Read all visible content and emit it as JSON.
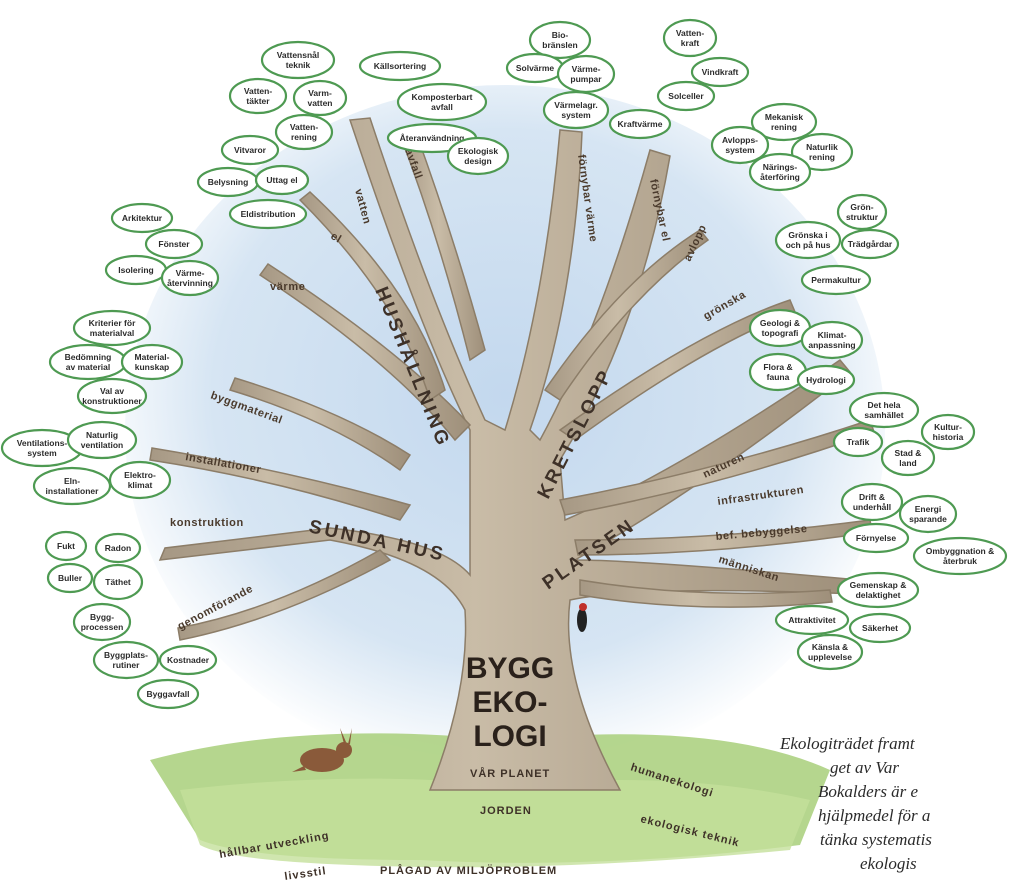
{
  "center": {
    "line1": "BYGG",
    "line2": "EKO-",
    "line3": "LOGI"
  },
  "main_branches": {
    "hushallning": "HUSHÅLLNING",
    "kretslopp": "KRETSLOPP",
    "sunda_hus": "SUNDA HUS",
    "platsen": "PLATSEN"
  },
  "branches": {
    "vatten": "vatten",
    "avfall": "avfall",
    "el": "el",
    "varme": "värme",
    "fornybar_varme": "förnybar värme",
    "fornybar_el": "förnybar el",
    "avlopp": "avlopp",
    "gronska": "grönska",
    "byggmaterial": "byggmaterial",
    "installationer": "installationer",
    "konstruktion": "konstruktion",
    "genomforande": "genomförande",
    "naturen": "naturen",
    "infrastrukturen": "infrastrukturen",
    "bef_bebyggelse": "bef. bebyggelse",
    "manniskan": "människan"
  },
  "bubbles": {
    "vattensnal_teknik": [
      "Vattensnål",
      "teknik"
    ],
    "vattentackter": [
      "Vatten-",
      "täkter"
    ],
    "varmvatten": [
      "Varm-",
      "vatten"
    ],
    "vattenrening": [
      "Vatten-",
      "rening"
    ],
    "kallsortering": [
      "Källsortering"
    ],
    "komposterbart_avfall": [
      "Komposterbart",
      "avfall"
    ],
    "atervinning": [
      "Återanvändning"
    ],
    "ekologisk_design": [
      "Ekologisk",
      "design"
    ],
    "biobranslen": [
      "Bio-",
      "bränslen"
    ],
    "solvarme": [
      "Solvärme"
    ],
    "varmepumpar": [
      "Värme-",
      "pumpar"
    ],
    "varmelager": [
      "Värmelagr.",
      "system"
    ],
    "vattenkraft": [
      "Vatten-",
      "kraft"
    ],
    "vindkraft": [
      "Vindkraft"
    ],
    "solceller": [
      "Solceller"
    ],
    "kraftvarme": [
      "Kraftvärme"
    ],
    "mekanisk_rening": [
      "Mekanisk",
      "rening"
    ],
    "avloppssystem": [
      "Avlopps-",
      "system"
    ],
    "naturlik_rening": [
      "Naturlik",
      "rening"
    ],
    "naringsaterforing": [
      "Närings-",
      "återföring"
    ],
    "vitvaror": [
      "Vitvaror"
    ],
    "belysning": [
      "Belysning"
    ],
    "uttag_el": [
      "Uttag el"
    ],
    "eldistribution": [
      "Eldistribution"
    ],
    "arkitektur": [
      "Arkitektur"
    ],
    "fonster": [
      "Fönster"
    ],
    "isolering": [
      "Isolering"
    ],
    "varmeatervinning": [
      "Värme-",
      "återvinning"
    ],
    "gronstruktur": [
      "Grön-",
      "struktur"
    ],
    "gronska_pa_hus": [
      "Grönska i",
      "och på hus"
    ],
    "tradgardar": [
      "Trädgårdar"
    ],
    "permakultur": [
      "Permakultur"
    ],
    "geologi_topografi": [
      "Geologi &",
      "topografi"
    ],
    "klimatanpassning": [
      "Klimat-",
      "anpassning"
    ],
    "flora_fauna": [
      "Flora &",
      "fauna"
    ],
    "hydrologi": [
      "Hydrologi"
    ],
    "kriterier_materialval": [
      "Kriterier för",
      "materialval"
    ],
    "bedomning_material": [
      "Bedömning",
      "av material"
    ],
    "materialkunskap": [
      "Material-",
      "kunskap"
    ],
    "val_konstruktioner": [
      "Val av",
      "konstruktioner"
    ],
    "det_hela_samhallet": [
      "Det hela",
      "samhället"
    ],
    "kulturhistoria": [
      "Kultur-",
      "historia"
    ],
    "trafik": [
      "Trafik"
    ],
    "stad_land": [
      "Stad &",
      "land"
    ],
    "ventilationssystem": [
      "Ventilations-",
      "system"
    ],
    "naturlig_ventilation": [
      "Naturlig",
      "ventilation"
    ],
    "elinstallationer": [
      "Eln-",
      "installationer"
    ],
    "elektroklimat": [
      "Elektro-",
      "klimat"
    ],
    "drift_underhall": [
      "Drift &",
      "underhåll"
    ],
    "energisparande": [
      "Energi",
      "sparande"
    ],
    "fornyelse": [
      "Förnyelse"
    ],
    "ombyggnation": [
      "Ombyggnation &",
      "återbruk"
    ],
    "fukt": [
      "Fukt"
    ],
    "radon": [
      "Radon"
    ],
    "buller": [
      "Buller"
    ],
    "tathet": [
      "Täthet"
    ],
    "gemenskap": [
      "Gemenskap &",
      "delaktighet"
    ],
    "attraktivitet": [
      "Attraktivitet"
    ],
    "sakerhet": [
      "Säkerhet"
    ],
    "kansla_upplevelse": [
      "Känsla &",
      "upplevelse"
    ],
    "byggprocessen": [
      "Bygg-",
      "processen"
    ],
    "byggplatsrutiner": [
      "Byggplats-",
      "rutiner"
    ],
    "kostnader": [
      "Kostnader"
    ],
    "byggavfall": [
      "Byggavfall"
    ]
  },
  "ground": {
    "var_planet": "VÅR PLANET",
    "jorden": "JORDEN",
    "humanekologi": "humanekologi",
    "ekologisk_teknik": "ekologisk teknik",
    "hallbar_utveckling": "hållbar utveckling",
    "livsstil": "livsstil",
    "plagad": "PLÅGAD AV MILJÖPROBLEM"
  },
  "caption": {
    "line1": "Ekologiträdet framt",
    "line2": "get av Var",
    "line3": "Bokalders är e",
    "line4": "hjälpmedel för a",
    "line5": "tänka systematis",
    "line6": "ekologis"
  },
  "colors": {
    "bubble_border": "#4e9a52",
    "trunk": "#b9ab96",
    "sky": "#c7dcef",
    "grass": "#9cc56e"
  }
}
